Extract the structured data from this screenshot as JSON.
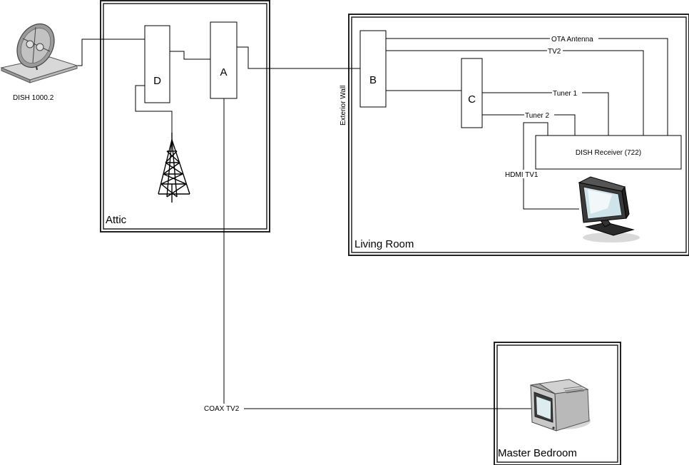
{
  "rooms": {
    "attic": "Attic",
    "living_room": "Living Room",
    "master_bedroom": "Master Bedroom"
  },
  "devices": {
    "a": "A",
    "b": "B",
    "c": "C",
    "d": "D",
    "receiver": "DISH Receiver (722)",
    "dish": "DISH 1000.2"
  },
  "wall": "Exterior Wall",
  "connections": {
    "ota_antenna": "OTA Antenna",
    "tv2": "TV2",
    "tuner1": "Tuner 1",
    "tuner2": "Tuner 2",
    "hdmi_tv1": "HDMI TV1",
    "coax_tv2": "COAX TV2"
  },
  "icons": {
    "satellite": "satellite-dish-icon",
    "antenna": "antenna-tower-icon",
    "tv1": "crt-monitor-icon",
    "tv2": "crt-television-icon"
  }
}
